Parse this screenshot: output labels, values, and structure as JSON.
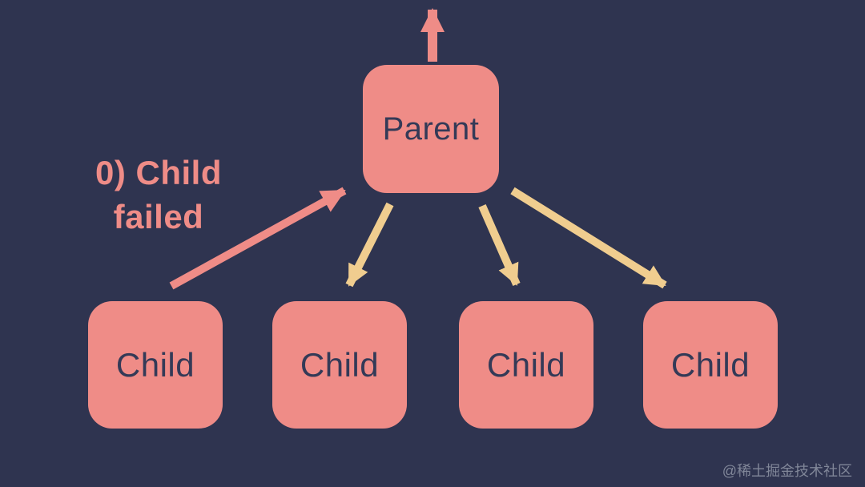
{
  "diagram": {
    "parent_label": "Parent",
    "children": [
      {
        "label": "Child"
      },
      {
        "label": "Child"
      },
      {
        "label": "Child"
      },
      {
        "label": "Child"
      }
    ],
    "annotation": {
      "line1": "0) Child",
      "line2": "failed"
    },
    "arrows": [
      {
        "name": "arrow-up-from-parent",
        "from": "parent",
        "to": "outside-top",
        "color_role": "accent"
      },
      {
        "name": "arrow-child1-to-parent-failed",
        "from": "child-1",
        "to": "parent",
        "color_role": "accent"
      },
      {
        "name": "arrow-parent-to-child2",
        "from": "parent",
        "to": "child-2",
        "color_role": "normal"
      },
      {
        "name": "arrow-parent-to-child3",
        "from": "parent",
        "to": "child-3",
        "color_role": "normal"
      },
      {
        "name": "arrow-parent-to-child4",
        "from": "parent",
        "to": "child-4",
        "color_role": "normal"
      }
    ],
    "watermark": "@稀土掘金技术社区"
  },
  "colors": {
    "background": "#2f3450",
    "node-fill": "#ef8c87",
    "node-text": "#343a57",
    "accent-arrow": "#ef8c87",
    "normal-arrow": "#f0cd8f",
    "annotation-text": "#ef8c87",
    "watermark-text": "#8f95a5"
  }
}
